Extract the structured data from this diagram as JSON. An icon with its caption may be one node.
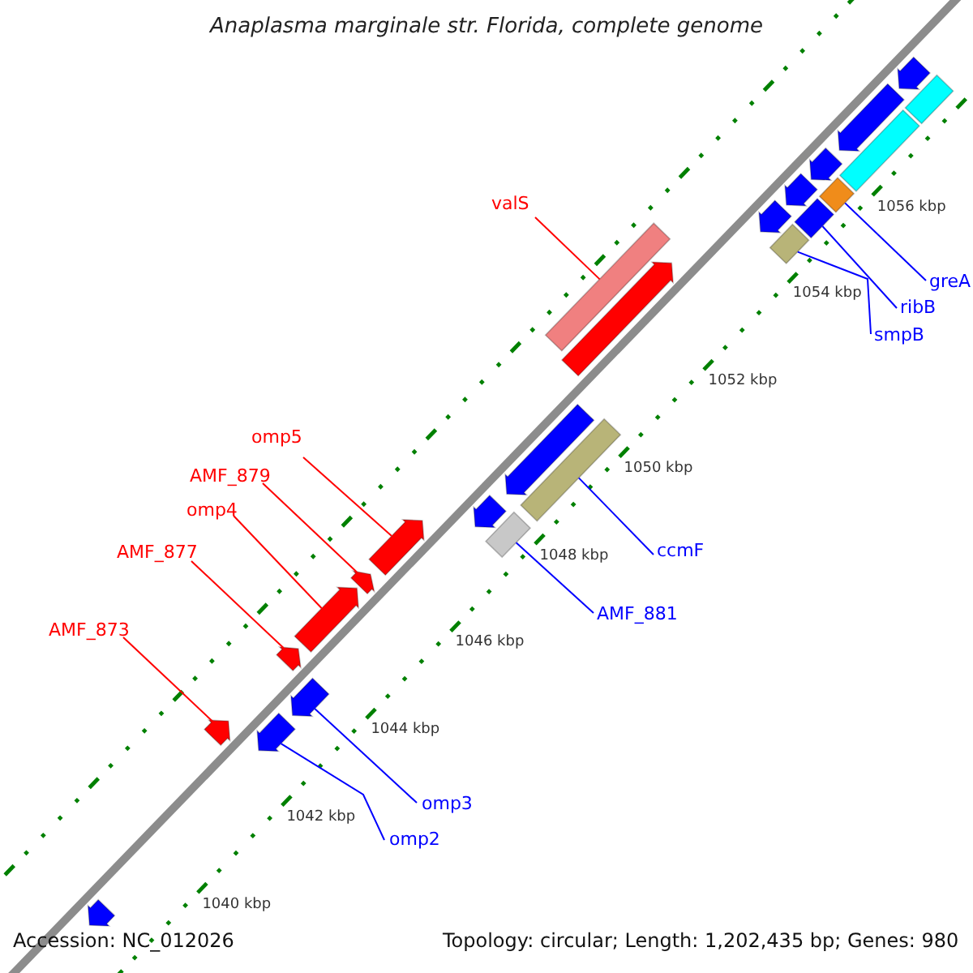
{
  "diagram": {
    "title": "Anaplasma marginale str. Florida, complete genome",
    "nodes": [
      {
        "text": [
          "valS"
        ]
      },
      {
        "text": [
          "greA"
        ]
      },
      {
        "text": [
          "ribB"
        ]
      },
      {
        "text": [
          "smpB"
        ]
      },
      {
        "text": [
          "omp5"
        ]
      },
      {
        "text": [
          "AMF_879"
        ]
      },
      {
        "text": [
          "omp4"
        ]
      },
      {
        "text": [
          "ccmF"
        ]
      },
      {
        "text": [
          "AMF_877"
        ]
      },
      {
        "text": [
          "AMF_881"
        ]
      },
      {
        "text": [
          "AMF_873"
        ]
      },
      {
        "text": [
          "omp3"
        ]
      },
      {
        "text": [
          "omp2"
        ]
      },
      {
        "text": [],
        "shape": "bar"
      },
      {
        "text": [],
        "shape": "bar"
      },
      {
        "text": [],
        "shape": "bar"
      },
      {
        "text": [],
        "shape": "bar"
      },
      {
        "text": [],
        "shape": "bar"
      },
      {
        "text": [],
        "shape": "bar"
      },
      {
        "text": [],
        "shape": "bar"
      },
      {
        "text": [],
        "shape": "bar"
      },
      {
        "text": [],
        "shape": "bar"
      },
      {
        "text": [],
        "shape": "bar"
      },
      {
        "text": [],
        "shape": "bar"
      },
      {
        "text": [],
        "shape": "bar"
      },
      {
        "text": [],
        "shape": "bar"
      },
      {
        "text": [],
        "shape": "bar"
      },
      {
        "text": [],
        "shape": "bar"
      },
      {
        "text": [],
        "shape": "bar"
      },
      {
        "text": [],
        "shape": "bar"
      },
      {
        "text": [],
        "shape": "bar"
      },
      {
        "text": [],
        "shape": "bar"
      },
      {
        "text": [],
        "shape": "bar"
      },
      {
        "text": [],
        "shape": "bar"
      },
      {
        "text": [],
        "shape": "bar"
      },
      {
        "text": [],
        "shape": "bar"
      },
      {
        "text": [],
        "shape": "bar"
      }
    ],
    "edges": [
      {
        "from": 0,
        "to": 13,
        "arrow": "none",
        "color": "#ff0000"
      },
      {
        "from": 1,
        "to": 14,
        "arrow": "none"
      },
      {
        "from": 2,
        "to": 15,
        "arrow": "none"
      },
      {
        "from": 3,
        "to": 16,
        "arrow": "none"
      },
      {
        "from": 4,
        "to": 17,
        "arrow": "none",
        "color": "#ff0000"
      },
      {
        "from": 5,
        "to": 18,
        "arrow": "none",
        "color": "#ff0000"
      },
      {
        "from": 6,
        "to": 19,
        "arrow": "none",
        "color": "#ff0000"
      },
      {
        "from": 7,
        "to": 20,
        "arrow": "none"
      },
      {
        "from": 8,
        "to": 21,
        "arrow": "none",
        "color": "#ff0000"
      },
      {
        "from": 9,
        "to": 22,
        "arrow": "none"
      },
      {
        "from": 10,
        "to": 23,
        "arrow": "none",
        "color": "#ff0000"
      },
      {
        "from": 11,
        "to": 24,
        "arrow": "none"
      },
      {
        "from": 12,
        "to": 25,
        "arrow": "none"
      }
    ],
    "labels": [
      "1056 kbp",
      "1054 kbp",
      "1052 kbp",
      "1050 kbp",
      "1048 kbp",
      "1046 kbp",
      "1044 kbp",
      "1042 kbp",
      "1040 kbp",
      "Accession: NC_012026",
      "Topology: circular; Length: 1,202,435 bp; Genes: 980"
    ]
  }
}
